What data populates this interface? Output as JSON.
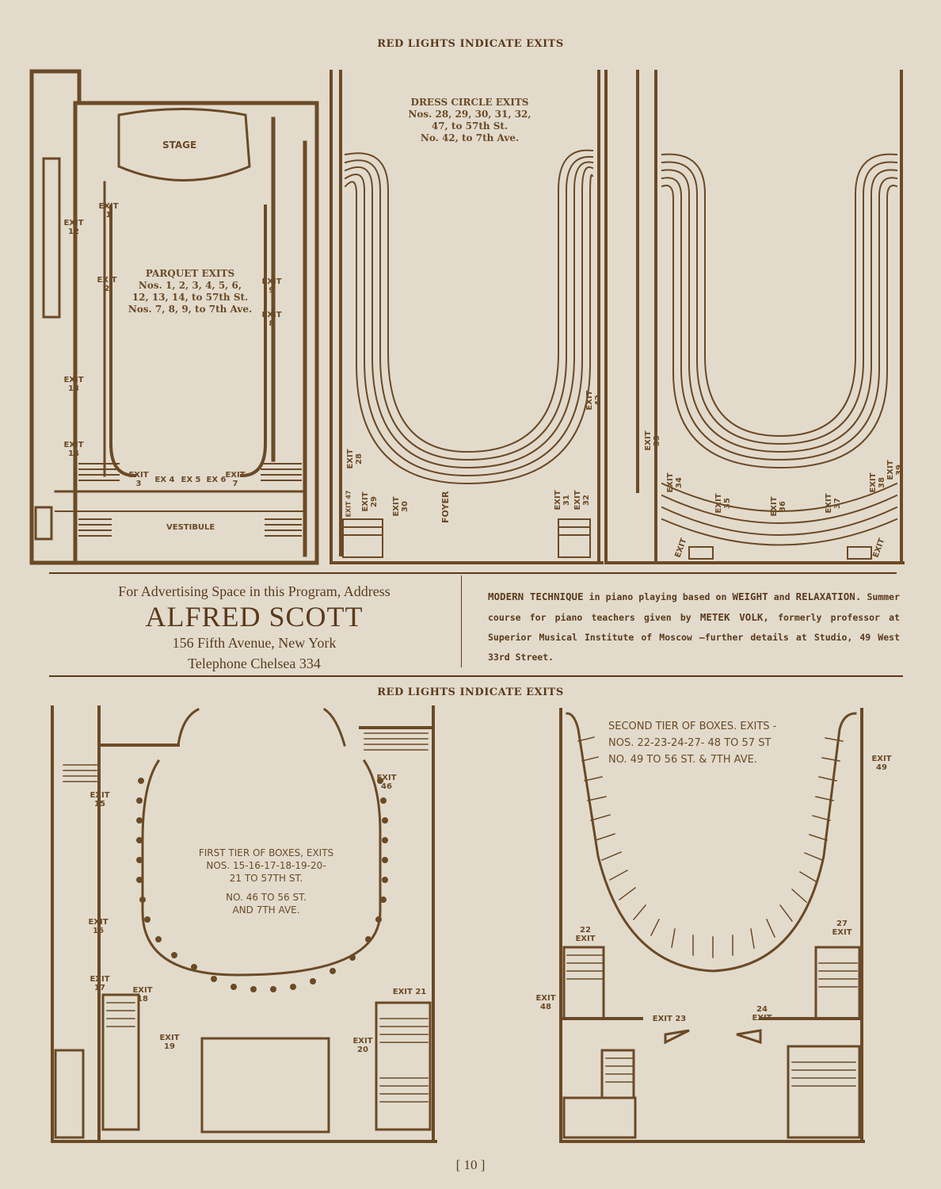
{
  "header_top": "RED LIGHTS INDICATE EXITS",
  "header_bottom": "RED LIGHTS INDICATE EXITS",
  "parquet": {
    "stage": "STAGE",
    "vestibule": "VESTIBULE",
    "title": "PARQUET EXITS",
    "line1": "Nos. 1, 2, 3, 4, 5, 6,",
    "line2": "12, 13, 14, to 57th St.",
    "line3": "Nos. 7, 8, 9, to 7th Ave.",
    "exits": {
      "e1": "EXIT 1",
      "e2": "EXIT 2",
      "e3": "EXIT 3",
      "e4": "EX 4",
      "e5": "EX 5",
      "e6": "EX 6",
      "e7": "EXIT 7",
      "e8": "EXIT 8",
      "e9": "EXIT 9",
      "e12": "EXIT 12",
      "e13": "EXIT 13",
      "e14": "EXIT 14"
    }
  },
  "dress_circle": {
    "title": "DRESS CIRCLE EXITS",
    "line1": "Nos. 28, 29, 30, 31, 32,",
    "line2": "47, to 57th St.",
    "line3": "No. 42, to 7th Ave.",
    "foyer": "FOYER",
    "exits": {
      "e28": "EXIT 28",
      "e29": "EXIT 29",
      "e30": "EXIT 30",
      "e31": "EXIT 31",
      "e32": "EXIT 32",
      "e42": "EXIT 42",
      "e47": "EXIT 47"
    }
  },
  "balcony": {
    "exits": {
      "e33": "EXIT 33",
      "e34": "EXIT 34",
      "e35": "EXIT 35",
      "e36": "EXIT 36",
      "e37": "EXIT 37",
      "e38": "EXIT 38",
      "e39": "EXIT 39",
      "ex_l": "EXIT",
      "ex_r": "EXIT"
    }
  },
  "advertising": {
    "line1": "For Advertising Space in this Program, Address",
    "name": "ALFRED SCOTT",
    "address": "156 Fifth Avenue, New York",
    "phone": "Telephone Chelsea 334"
  },
  "notice": {
    "text_a": "MODERN TECHNIQUE",
    "text_b": " in piano playing based on ",
    "text_c": "WEIGHT",
    "text_d": " and ",
    "text_e": "RELAXATION.",
    "text_f": " Summer course for piano teachers given by ",
    "text_g": "METEK VOLK,",
    "text_h": " formerly professor at Superior Musical Institute of Moscow —further details at Studio, 49 West 33rd Street."
  },
  "first_tier": {
    "title": "FIRST TIER OF BOXES, EXITS",
    "line1": "NOS. 15-16-17-18-19-20-",
    "line2": "21 TO 57TH ST.",
    "line3": "NO. 46 TO 56 ST.",
    "line4": "AND 7TH AVE.",
    "exits": {
      "e15": "EXIT 15",
      "e16": "EXIT 16",
      "e17": "EXIT 17",
      "e18": "EXIT 18",
      "e19": "EXIT 19",
      "e20": "EXIT 20",
      "e21": "EXIT 21",
      "e46": "EXIT 46"
    }
  },
  "second_tier": {
    "title": "SECOND TIER OF BOXES. EXITS -",
    "line1": "NOS. 22-23-24-27- 48 TO 57 ST",
    "line2": "NO. 49 TO 56 ST. & 7TH AVE.",
    "exits": {
      "e22": "22 EXIT",
      "e23": "EXIT 23",
      "e24": "24 EXIT",
      "e27": "27 EXIT",
      "e48": "EXIT 48",
      "e49": "EXIT 49"
    }
  },
  "page_number": "[ 10 ]",
  "colors": {
    "ink": "#6b4a26",
    "paper": "#e2dbcc"
  }
}
